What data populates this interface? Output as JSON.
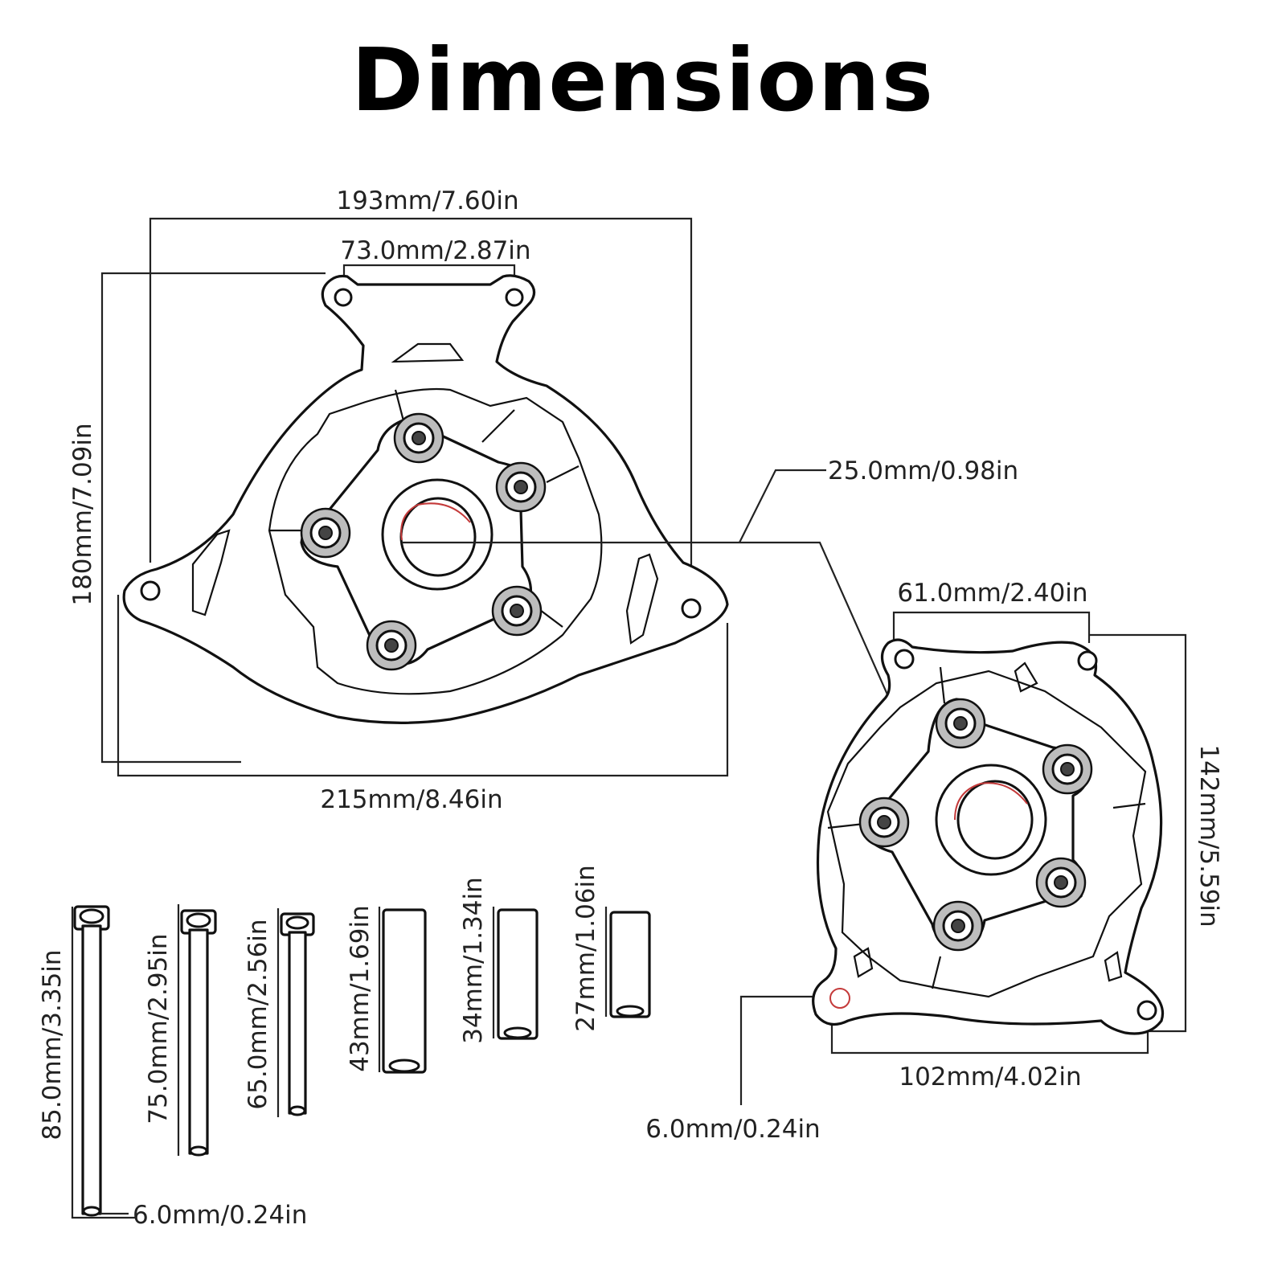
{
  "title": "Dimensions",
  "top_view": {
    "total_width": "193mm/7.60in",
    "top_holes_spacing": "73.0mm/2.87in",
    "height": "180mm/7.09in",
    "bottom_width": "215mm/8.46in"
  },
  "side_view": {
    "center_bore": "25.0mm/0.98in",
    "top_holes_spacing": "61.0mm/2.40in",
    "height": "142mm/5.59in",
    "bottom_holes_spacing": "102mm/4.02in",
    "hole_diameter": "6.0mm/0.24in"
  },
  "bolts": [
    {
      "length": "85.0mm/3.35in"
    },
    {
      "length": "75.0mm/2.95in"
    },
    {
      "length": "65.0mm/2.56in"
    }
  ],
  "spacers": [
    {
      "length": "43mm/1.69in"
    },
    {
      "length": "34mm/1.34in"
    },
    {
      "length": "27mm/1.06in"
    }
  ],
  "bolt_diameter": "6.0mm/0.24in"
}
